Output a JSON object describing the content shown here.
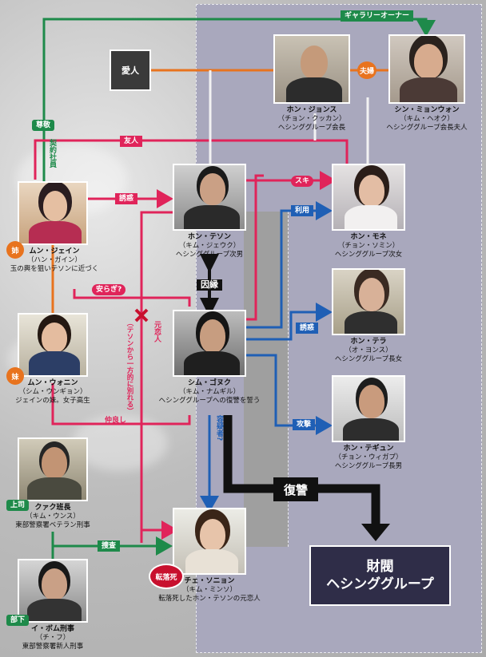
{
  "persons": {
    "hon_jonsu": {
      "name": "ホン・ジョンス",
      "actor": "（チョン・クッカン）",
      "desc": "ヘシンググループ会長"
    },
    "shin_miyon": {
      "name": "シン・ミョンウォン",
      "actor": "（キム・ヘオク）",
      "desc": "ヘシンググループ会長夫人"
    },
    "hon_teson": {
      "name": "ホン・テソン",
      "actor": "（キム・ジェウク）",
      "desc": "ヘシンググループ次男"
    },
    "hon_mone": {
      "name": "ホン・モネ",
      "actor": "（チョン・ソミン）",
      "desc": "ヘシンググループ次女"
    },
    "mun_jein": {
      "name": "ムン・ジェイン",
      "actor": "（ハン・ガイン）",
      "desc": "玉の輿を狙いテソンに近づく"
    },
    "hon_tera": {
      "name": "ホン・テラ",
      "actor": "（オ・ヨンス）",
      "desc": "ヘシンググループ長女"
    },
    "mun_won": {
      "name": "ムン・ウォニン",
      "actor": "（シム・ウンギョン）",
      "desc": "ジェインの妹。女子高生"
    },
    "shim_gonuk": {
      "name": "シム・ゴヌク",
      "actor": "（キム・ナムギル）",
      "desc": "ヘシンググループへの復讐を誓う"
    },
    "hon_tegyun": {
      "name": "ホン・テギュン",
      "actor": "（チョン・ウィガプ）",
      "desc": "ヘシンググループ長男"
    },
    "kwak": {
      "name": "クァク班長",
      "actor": "（キム・ウンス）",
      "desc": "東部警察署ベテラン刑事"
    },
    "che_sonan": {
      "name": "チェ・ソニョン",
      "actor": "（キム・ミンソ）",
      "desc": "転落死したホン・テソンの元恋人"
    },
    "i_bom": {
      "name": "イ・ボム刑事",
      "actor": "（チ・フ）",
      "desc": "東部警察署新人刑事"
    }
  },
  "labels": {
    "gallery_owner": "ギャラリーオーナー",
    "aijin": "愛人",
    "fufu": "夫婦",
    "sonkei": "尊敬",
    "keiyaku": "契約社員",
    "yujin": "友人",
    "suki": "スキ",
    "yuwaku1": "誘惑",
    "riyo": "利用",
    "ane": "姉",
    "innen": "因縁",
    "yasuragi": "安らぎ?",
    "motokoibito": "元恋人",
    "teson_wakare": "（テソンから一方的に別れる）",
    "yuwaku2": "誘惑",
    "imouto": "妹",
    "nakayoshi": "仲良し",
    "kogeki": "攻撃",
    "yogisha": "容疑者?",
    "fukushu": "復讐",
    "joshi": "上司",
    "sosa": "捜査",
    "tenrakushi": "転落死",
    "buka": "部下",
    "zaibatsu_line1": "財閥",
    "zaibatsu_line2": "ヘシンググループ"
  },
  "colors": {
    "green": "#1e8a4a",
    "orange": "#e8731e",
    "pink": "#e0245a",
    "blue": "#1f5fb5",
    "black": "#111111",
    "panel": "#a9a8bd"
  }
}
